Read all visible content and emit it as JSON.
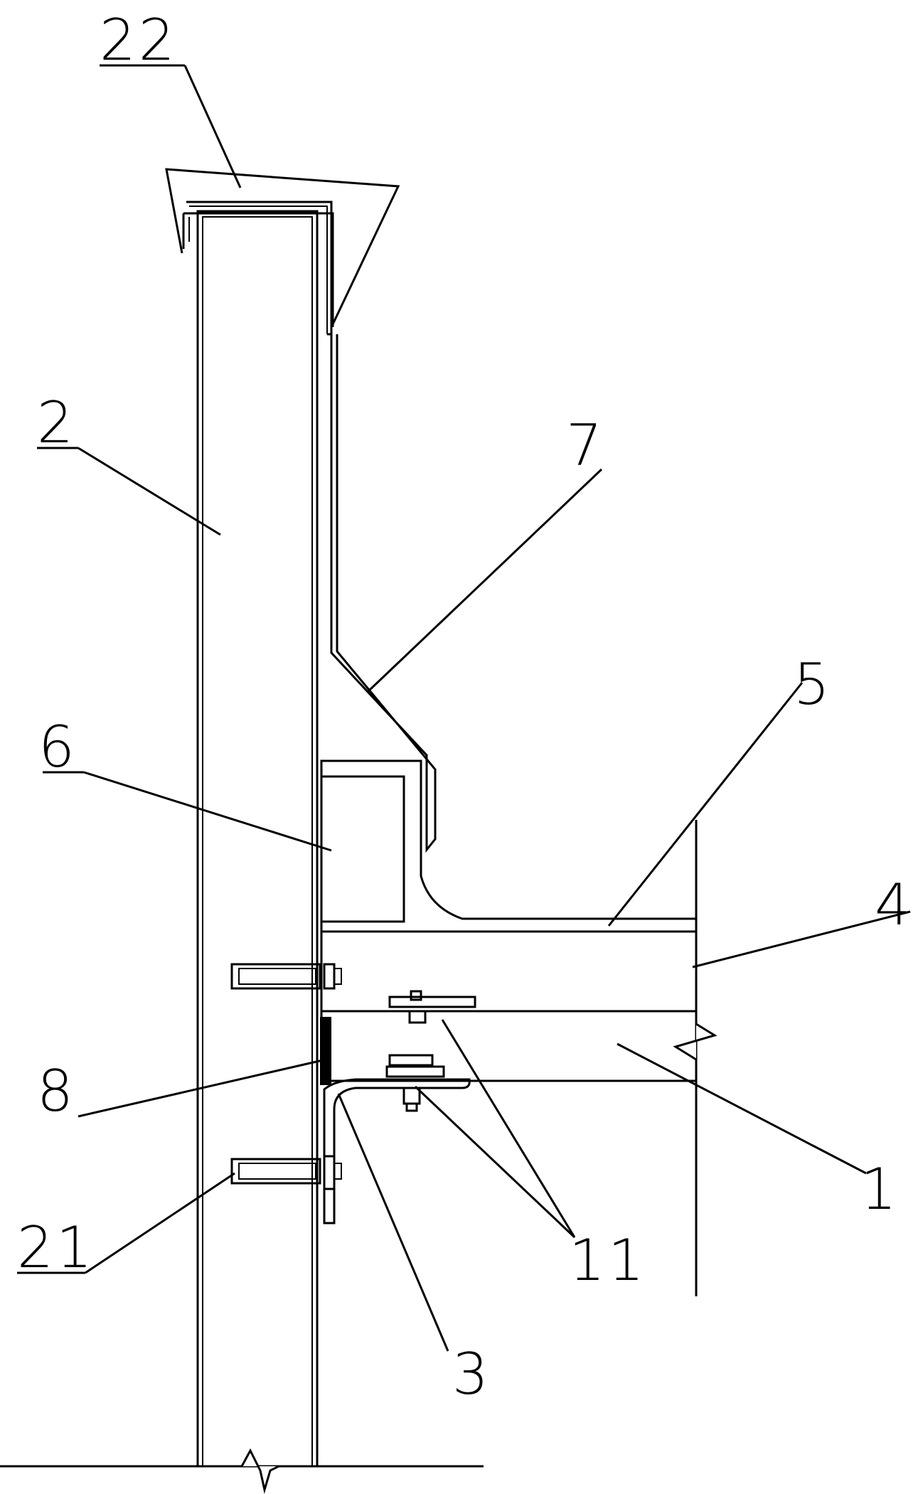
{
  "labels": {
    "l22": "22",
    "l2": "2",
    "l7": "7",
    "l5": "5",
    "l6": "6",
    "l4": "4",
    "l8": "8",
    "l1": "1",
    "l21": "21",
    "l11": "11",
    "l3": "3"
  },
  "colors": {
    "line": "#000000",
    "background": "#ffffff"
  }
}
